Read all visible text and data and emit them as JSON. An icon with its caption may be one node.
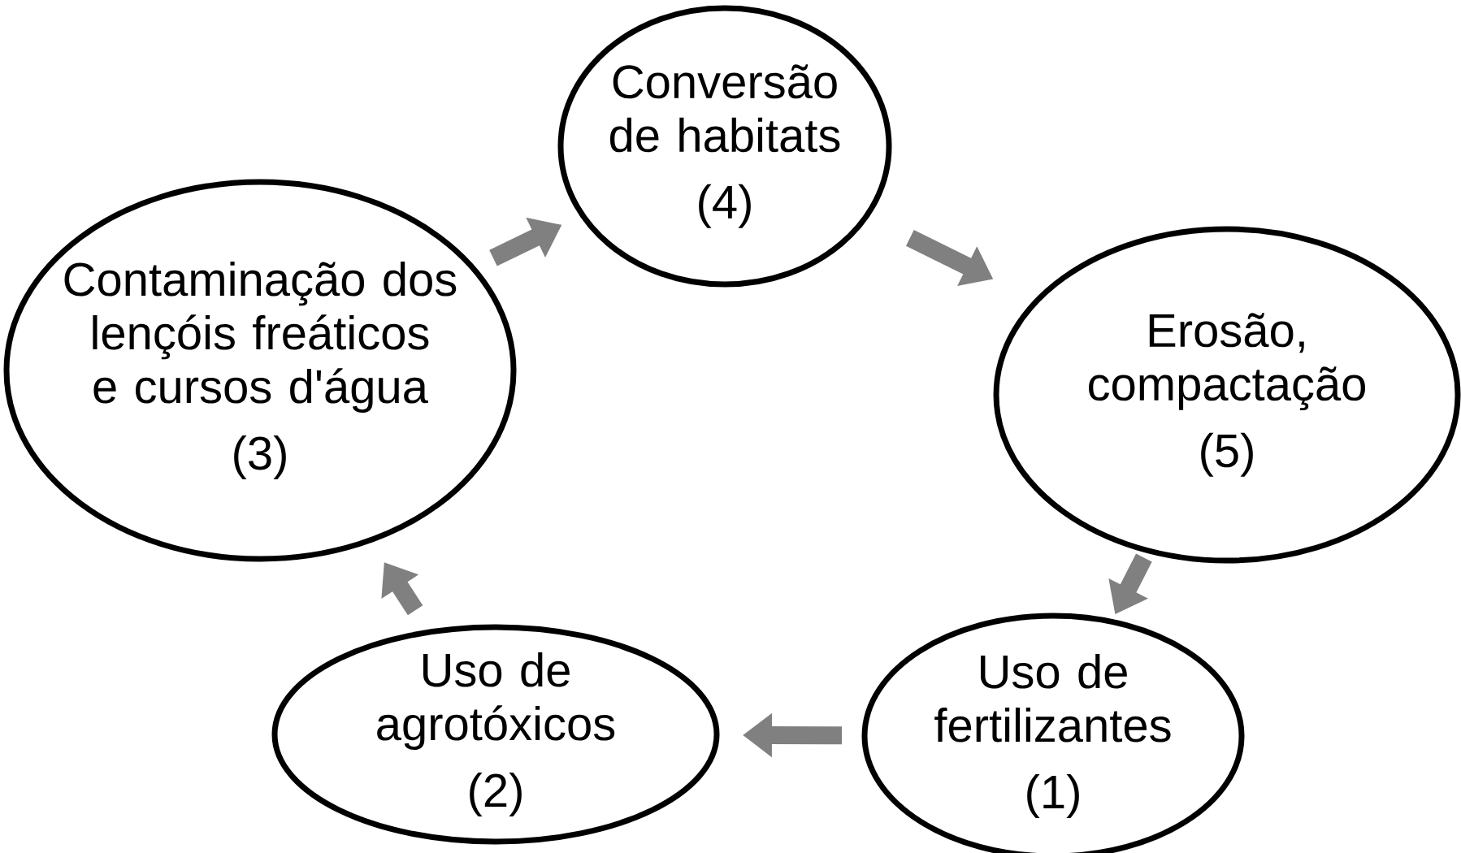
{
  "diagram": {
    "nodes": [
      {
        "text": [
          "Uso de fertilizantes",
          "(1)"
        ]
      },
      {
        "text": [
          "Uso de agrotóxicos",
          "(2)"
        ]
      },
      {
        "text": [
          "Contaminação dos lençóis freáticos e cursos d'água",
          "(3)"
        ]
      },
      {
        "text": [
          "Conversão de habitats",
          "(4)"
        ]
      },
      {
        "text": [
          "Erosão, compactação",
          "(5)"
        ]
      }
    ],
    "edges": [
      {
        "from": 3,
        "to": 4,
        "arrow": "to"
      },
      {
        "from": 4,
        "to": 0,
        "arrow": "to"
      },
      {
        "from": 0,
        "to": 1,
        "arrow": "to"
      },
      {
        "from": 1,
        "to": 2,
        "arrow": "to"
      },
      {
        "from": 2,
        "to": 3,
        "arrow": "to"
      }
    ]
  }
}
